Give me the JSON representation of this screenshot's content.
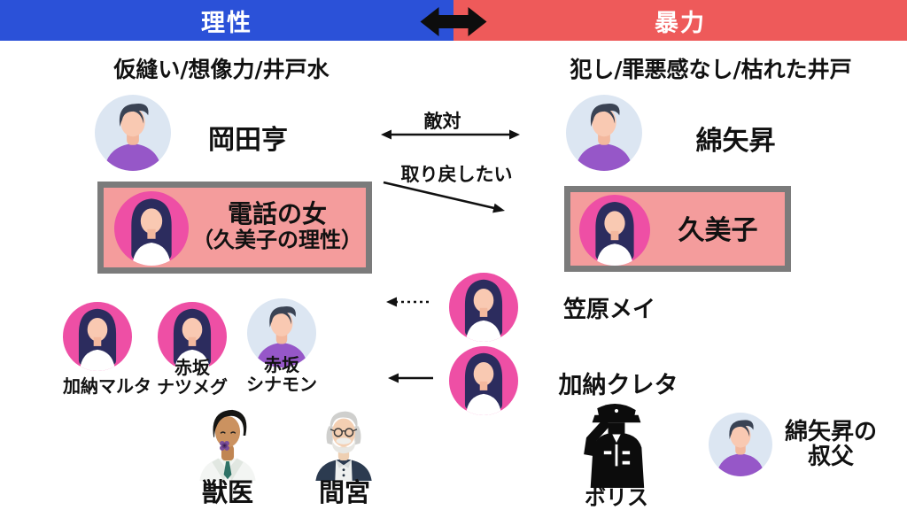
{
  "header": {
    "left_banner": {
      "label": "理性",
      "color": "#2b51d8"
    },
    "right_banner": {
      "label": "暴力",
      "color": "#ee5a5a"
    },
    "center_icon": "left-right-arrow"
  },
  "subtitles": {
    "left": "仮縫い/想像力/井戸水",
    "right": "犯し/罪悪感なし/枯れた井戸"
  },
  "relations": {
    "hostility_label": "敵対",
    "retrieve_label": "取り戻したい"
  },
  "characters": {
    "okada": {
      "name": "岡田亨",
      "avatar": "male-avatar"
    },
    "wataya": {
      "name": "綿矢昇",
      "avatar": "male-avatar"
    },
    "phone_woman": {
      "line1": "電話の女",
      "line2": "（久美子の理性）",
      "avatar": "female-avatar",
      "boxed": true
    },
    "kumiko": {
      "name": "久美子",
      "avatar": "female-avatar",
      "boxed": true
    },
    "kasahara_may": {
      "name": "笠原メイ",
      "avatar": "female-avatar"
    },
    "kano_creta": {
      "name": "加納クレタ",
      "avatar": "female-avatar"
    },
    "kano_malta": {
      "name": "加納マルタ",
      "avatar": "female-avatar"
    },
    "akasaka_nutmeg": {
      "line1": "赤坂",
      "line2": "ナツメグ",
      "avatar": "female-avatar"
    },
    "akasaka_cinnamon": {
      "line1": "赤坂",
      "line2": "シナモン",
      "avatar": "male-avatar"
    },
    "vet": {
      "name": "獣医",
      "avatar": "vet-avatar"
    },
    "mamiya": {
      "name": "間宮",
      "avatar": "elder-avatar"
    },
    "boris": {
      "name": "ボリス",
      "avatar": "soldier-silhouette"
    },
    "wataya_uncle": {
      "line1": "綿矢昇の",
      "line2": "叔父",
      "avatar": "male-avatar"
    }
  },
  "colors": {
    "banner_blue": "#2b51d8",
    "banner_red": "#ee5a5a",
    "box_fill": "#f49c9c",
    "box_border": "#7b7b7b",
    "female_circle": "#ee4fa5",
    "male_circle": "#dce6f2",
    "shirt_purple": "#9657c8",
    "arrow_black": "#111111"
  }
}
